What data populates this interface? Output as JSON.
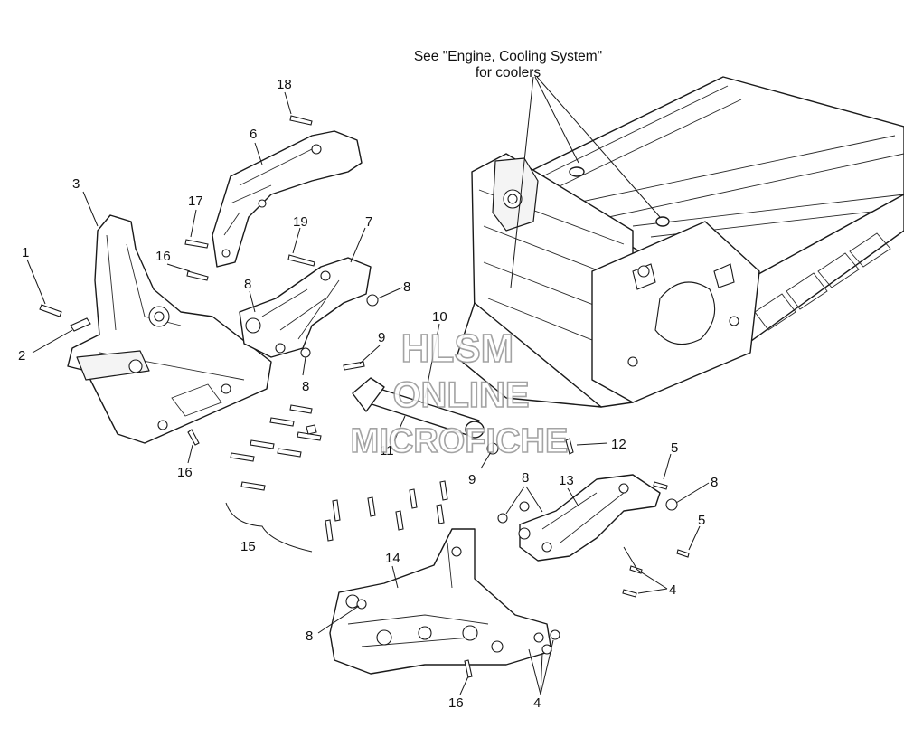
{
  "note": {
    "line1": "See \"Engine, Cooling System\"",
    "line2": "for coolers"
  },
  "watermark": {
    "line1": "HLSM",
    "line2": "ONLINE",
    "line3": "MICROFICHE",
    "color": "#9a9a9a"
  },
  "callouts": [
    {
      "id": "c1",
      "label": "1"
    },
    {
      "id": "c2",
      "label": "2"
    },
    {
      "id": "c3",
      "label": "3"
    },
    {
      "id": "c4a",
      "label": "4"
    },
    {
      "id": "c4b",
      "label": "4"
    },
    {
      "id": "c5a",
      "label": "5"
    },
    {
      "id": "c5b",
      "label": "5"
    },
    {
      "id": "c6",
      "label": "6"
    },
    {
      "id": "c7",
      "label": "7"
    },
    {
      "id": "c8a",
      "label": "8"
    },
    {
      "id": "c8b",
      "label": "8"
    },
    {
      "id": "c8c",
      "label": "8"
    },
    {
      "id": "c8d",
      "label": "8"
    },
    {
      "id": "c8e",
      "label": "8"
    },
    {
      "id": "c8f",
      "label": "8"
    },
    {
      "id": "c9a",
      "label": "9"
    },
    {
      "id": "c9b",
      "label": "9"
    },
    {
      "id": "c10",
      "label": "10"
    },
    {
      "id": "c11",
      "label": "11"
    },
    {
      "id": "c12",
      "label": "12"
    },
    {
      "id": "c13",
      "label": "13"
    },
    {
      "id": "c14",
      "label": "14"
    },
    {
      "id": "c15",
      "label": "15"
    },
    {
      "id": "c16a",
      "label": "16"
    },
    {
      "id": "c16b",
      "label": "16"
    },
    {
      "id": "c16c",
      "label": "16"
    },
    {
      "id": "c17",
      "label": "17"
    },
    {
      "id": "c18",
      "label": "18"
    },
    {
      "id": "c19",
      "label": "19"
    }
  ]
}
